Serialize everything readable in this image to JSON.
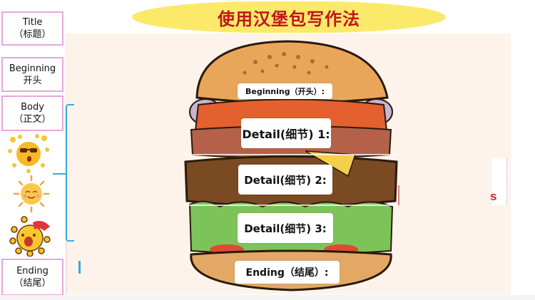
{
  "title": "使用汉堡包写作法",
  "left_labels": [
    {
      "en": "Title",
      "zh": "（标题）"
    },
    {
      "en": "Beginning",
      "zh": "开头"
    },
    {
      "en": "Body",
      "zh": "（正文）"
    },
    {
      "en": "Ending",
      "zh": "（结尾）"
    }
  ],
  "burger_labels": [
    "Beginning（开头）:",
    "Detail(细节) 1:",
    "Detail(细节) 2:",
    "Detail(细节) 3:",
    "Ending（结尾）:"
  ],
  "stray_text": "s",
  "icons": [
    "cool-sun-icon",
    "smiling-sun-icon",
    "crying-sun-icon"
  ],
  "colors": {
    "title_bg": "#fbe96a",
    "title_text": "#c0161b",
    "label_border": "#e8a6dd",
    "panel_bg": "#fdf3eb",
    "brace": "#3aa8e0"
  }
}
